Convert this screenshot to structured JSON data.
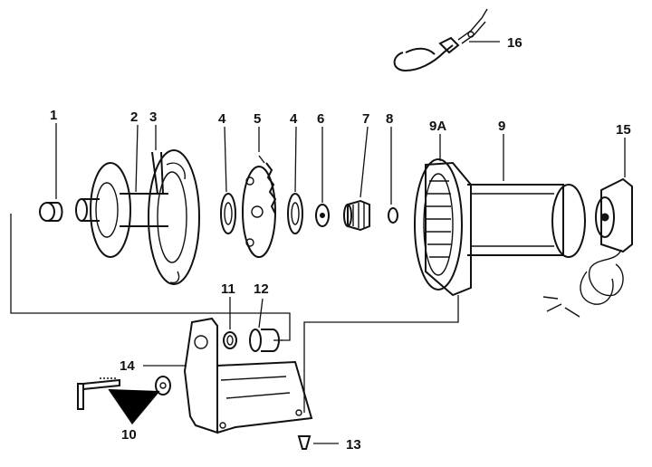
{
  "diagram": {
    "callouts": [
      {
        "id": "1",
        "label": "1"
      },
      {
        "id": "2",
        "label": "2"
      },
      {
        "id": "3",
        "label": "3"
      },
      {
        "id": "4a",
        "label": "4"
      },
      {
        "id": "5",
        "label": "5"
      },
      {
        "id": "4b",
        "label": "4"
      },
      {
        "id": "6",
        "label": "6"
      },
      {
        "id": "7",
        "label": "7"
      },
      {
        "id": "8",
        "label": "8"
      },
      {
        "id": "9A",
        "label": "9A"
      },
      {
        "id": "9",
        "label": "9"
      },
      {
        "id": "15",
        "label": "15"
      },
      {
        "id": "16",
        "label": "16"
      },
      {
        "id": "11",
        "label": "11"
      },
      {
        "id": "12",
        "label": "12"
      },
      {
        "id": "14",
        "label": "14"
      },
      {
        "id": "10",
        "label": "10"
      },
      {
        "id": "13",
        "label": "13"
      }
    ]
  }
}
